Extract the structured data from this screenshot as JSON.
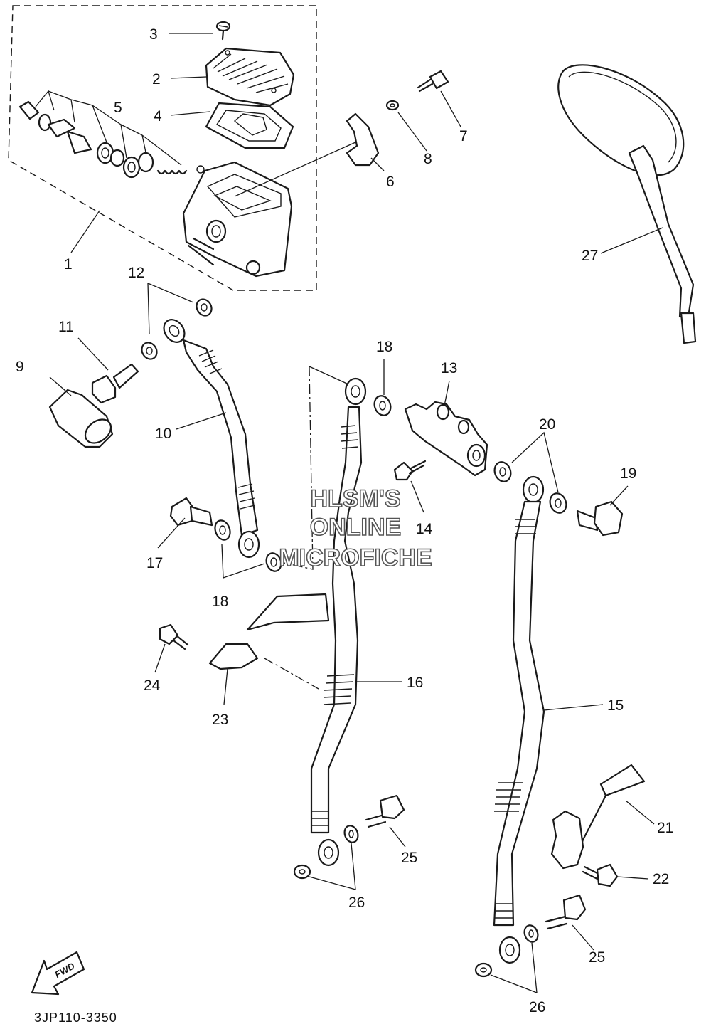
{
  "callouts": {
    "c1": "1",
    "c2": "2",
    "c3": "3",
    "c4": "4",
    "c5": "5",
    "c6": "6",
    "c7": "7",
    "c8": "8",
    "c9": "9",
    "c10": "10",
    "c11": "11",
    "c12": "12",
    "c13": "13",
    "c14": "14",
    "c15": "15",
    "c16": "16",
    "c17": "17",
    "c18a": "18",
    "c18b": "18",
    "c19": "19",
    "c20": "20",
    "c21": "21",
    "c22": "22",
    "c23": "23",
    "c24": "24",
    "c25a": "25",
    "c25b": "25",
    "c26a": "26",
    "c26b": "26",
    "c27": "27"
  },
  "watermark": {
    "line1": "HLSM'S",
    "line2": "ONLINE",
    "line3": "MICROFICHE"
  },
  "fwd_label": "FWD",
  "diagram_code": "3JP110-3350"
}
